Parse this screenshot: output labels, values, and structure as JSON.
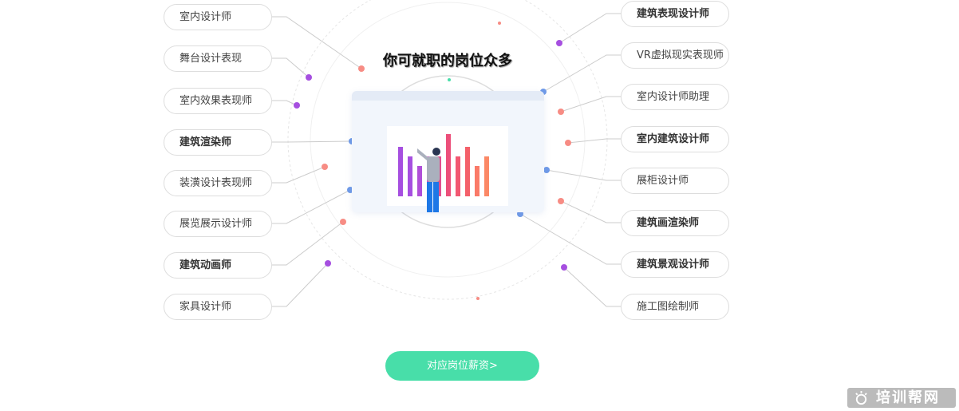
{
  "title": "你可就职的岗位众多",
  "left_jobs": [
    {
      "label": "室内设计师",
      "bold": false
    },
    {
      "label": "舞台设计表现",
      "bold": false
    },
    {
      "label": "室内效果表现师",
      "bold": false
    },
    {
      "label": "建筑渲染师",
      "bold": true
    },
    {
      "label": "装潢设计表现师",
      "bold": false
    },
    {
      "label": "展览展示设计师",
      "bold": false
    },
    {
      "label": "建筑动画师",
      "bold": true
    },
    {
      "label": "家具设计师",
      "bold": false
    }
  ],
  "right_jobs": [
    {
      "label": "建筑表现设计师",
      "bold": true
    },
    {
      "label": "VR虚拟现实表现师",
      "bold": false
    },
    {
      "label": "室内设计师助理",
      "bold": false
    },
    {
      "label": "室内建筑设计师",
      "bold": true
    },
    {
      "label": "展柜设计师",
      "bold": false
    },
    {
      "label": "建筑画渲染师",
      "bold": true
    },
    {
      "label": "建筑景观设计师",
      "bold": true
    },
    {
      "label": "施工图绘制师",
      "bold": false
    }
  ],
  "salary_button": "对应岗位薪资>",
  "watermark": "培训帮网",
  "colors": {
    "accent": "#48dea9",
    "pink": "#f78c84",
    "purple": "#a64fe0",
    "blue": "#6f9ae8"
  }
}
